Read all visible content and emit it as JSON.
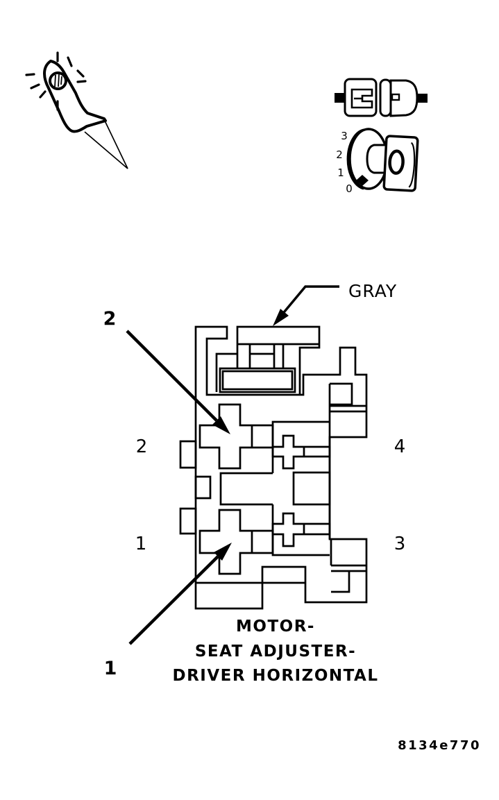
{
  "page": {
    "background": "#ffffff",
    "ink": "#000000"
  },
  "figure": {
    "wire_color_label": "GRAY",
    "callouts": {
      "terminal_2": "2",
      "terminal_1": "1"
    },
    "pin_labels": {
      "left_top": "2",
      "left_bottom": "1",
      "right_top": "4",
      "right_bottom": "3"
    },
    "dial_scale": {
      "pos_3": "3",
      "pos_2": "2",
      "pos_1": "1",
      "pos_0": "0"
    },
    "caption": {
      "line_1": "MOTOR-",
      "line_2": "SEAT ADJUSTER-",
      "line_3": "DRIVER HORIZONTAL"
    },
    "figure_code": "8134e770"
  }
}
